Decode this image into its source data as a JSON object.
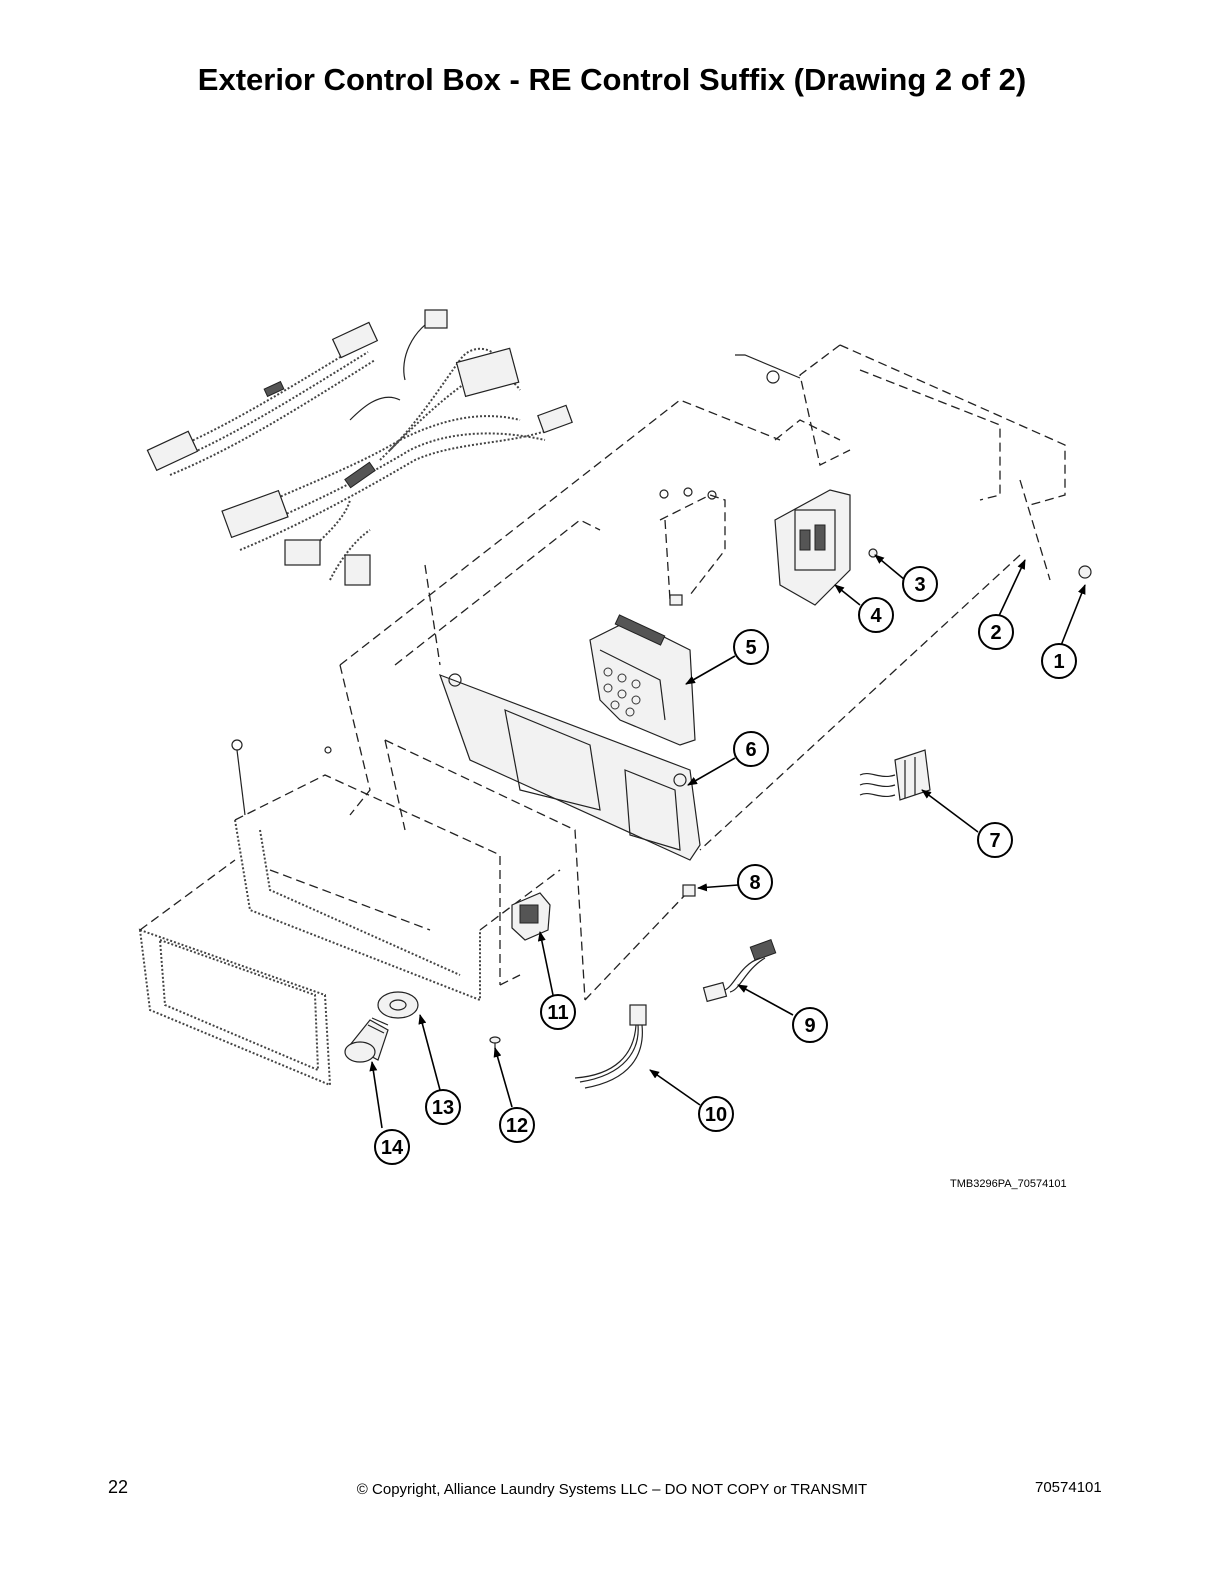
{
  "page": {
    "title": "Exterior Control Box - RE Control Suffix (Drawing 2 of 2)",
    "drawing_ref": "TMB3296PA_70574101",
    "page_number": "22",
    "copyright": "© Copyright, Alliance Laundry Systems LLC – DO NOT COPY or TRANSMIT",
    "doc_number": "70574101"
  },
  "callouts": [
    {
      "id": "1",
      "label": "1"
    },
    {
      "id": "2",
      "label": "2"
    },
    {
      "id": "3",
      "label": "3"
    },
    {
      "id": "4",
      "label": "4"
    },
    {
      "id": "5",
      "label": "5"
    },
    {
      "id": "6",
      "label": "6"
    },
    {
      "id": "7",
      "label": "7"
    },
    {
      "id": "8",
      "label": "8"
    },
    {
      "id": "9",
      "label": "9"
    },
    {
      "id": "10",
      "label": "10"
    },
    {
      "id": "11",
      "label": "11"
    },
    {
      "id": "12",
      "label": "12"
    },
    {
      "id": "13",
      "label": "13"
    },
    {
      "id": "14",
      "label": "14"
    }
  ]
}
